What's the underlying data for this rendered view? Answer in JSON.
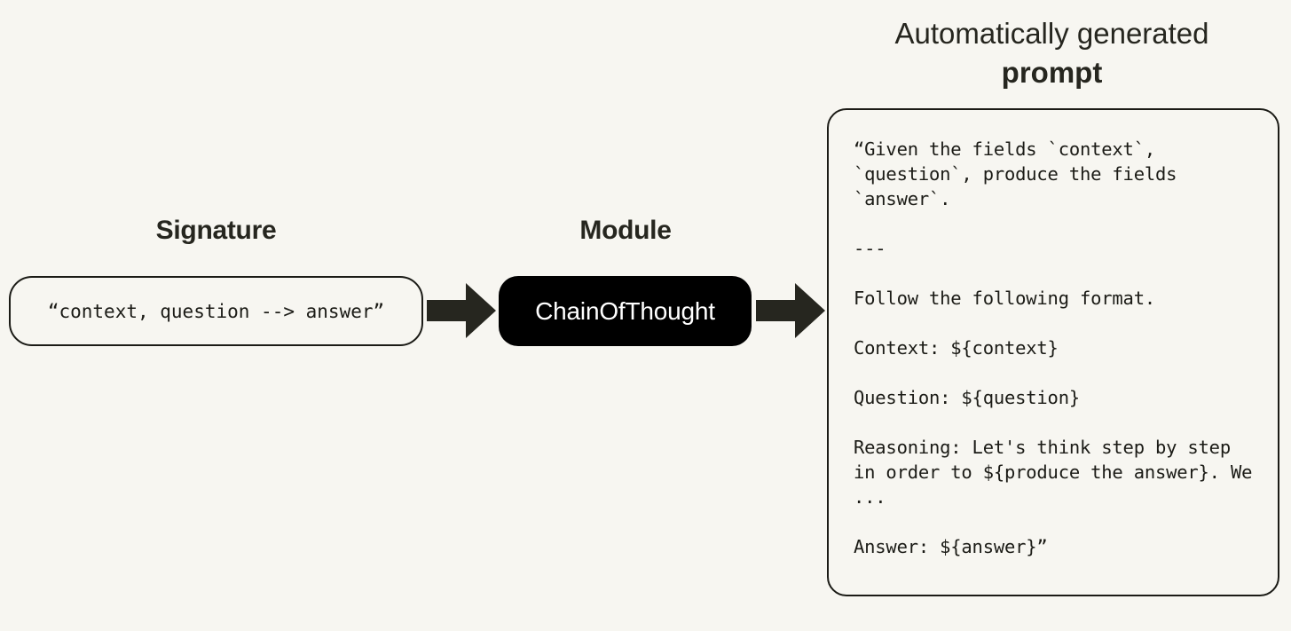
{
  "background_color": "#f7f6f1",
  "ink_color": "#26261f",
  "accent_black": "#000000",
  "signature": {
    "heading": "Signature",
    "box_text": "“context, question --> answer”"
  },
  "module": {
    "heading": "Module",
    "box_text": "ChainOfThought"
  },
  "prompt": {
    "title_line_1": "Automatically generated",
    "title_line_2": "prompt",
    "body": "“Given the fields `context`, `question`, produce the fields `answer`.\n\n---\n\nFollow the following format.\n\nContext: ${context}\n\nQuestion: ${question}\n\nReasoning: Let's think step by step in order to ${produce the answer}. We ...\n\nAnswer: ${answer}”",
    "body_lines": [
      "“Given the fields `context`,",
      "`question`, produce the fields",
      "`answer`.",
      "",
      "---",
      "",
      "Follow the following format.",
      "",
      "Context: ${context}",
      "",
      "Question: ${question}",
      "",
      "Reasoning: Let's think step by",
      "step in order to ${produce the",
      "answer}. We ...",
      "",
      "Answer: ${answer}”"
    ]
  },
  "arrows": [
    {
      "name": "arrow-signature-to-module",
      "color": "#26261f"
    },
    {
      "name": "arrow-module-to-prompt",
      "color": "#26261f"
    }
  ]
}
